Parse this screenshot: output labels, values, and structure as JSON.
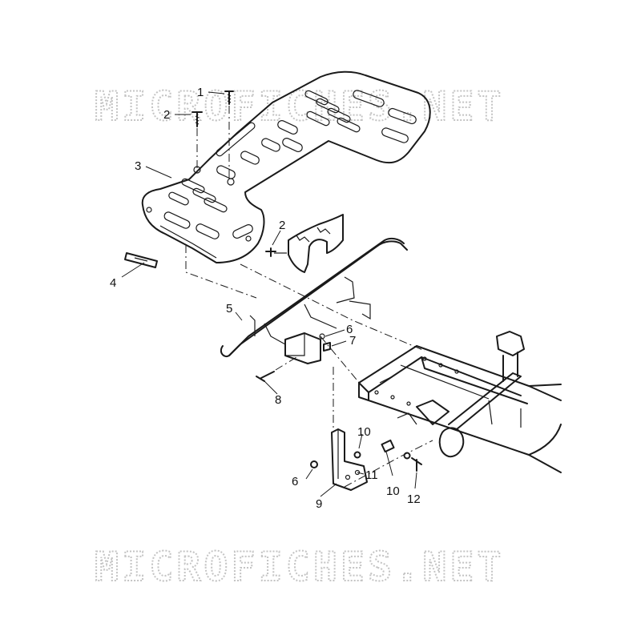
{
  "watermark": {
    "top_text": "MICROFICHES.NET",
    "bottom_text": "MICROFICHES.NET",
    "color": "#c4c4c4"
  },
  "callouts": [
    {
      "id": "c1",
      "label": "1"
    },
    {
      "id": "c2a",
      "label": "2"
    },
    {
      "id": "c2b",
      "label": "2"
    },
    {
      "id": "c3",
      "label": "3"
    },
    {
      "id": "c4",
      "label": "4"
    },
    {
      "id": "c5",
      "label": "5"
    },
    {
      "id": "c6a",
      "label": "6"
    },
    {
      "id": "c7",
      "label": "7"
    },
    {
      "id": "c8",
      "label": "8"
    },
    {
      "id": "c9",
      "label": "9"
    },
    {
      "id": "c10a",
      "label": "10"
    },
    {
      "id": "c11",
      "label": "11"
    },
    {
      "id": "c6b",
      "label": "6"
    },
    {
      "id": "c10b",
      "label": "10"
    },
    {
      "id": "c12",
      "label": "12"
    }
  ]
}
